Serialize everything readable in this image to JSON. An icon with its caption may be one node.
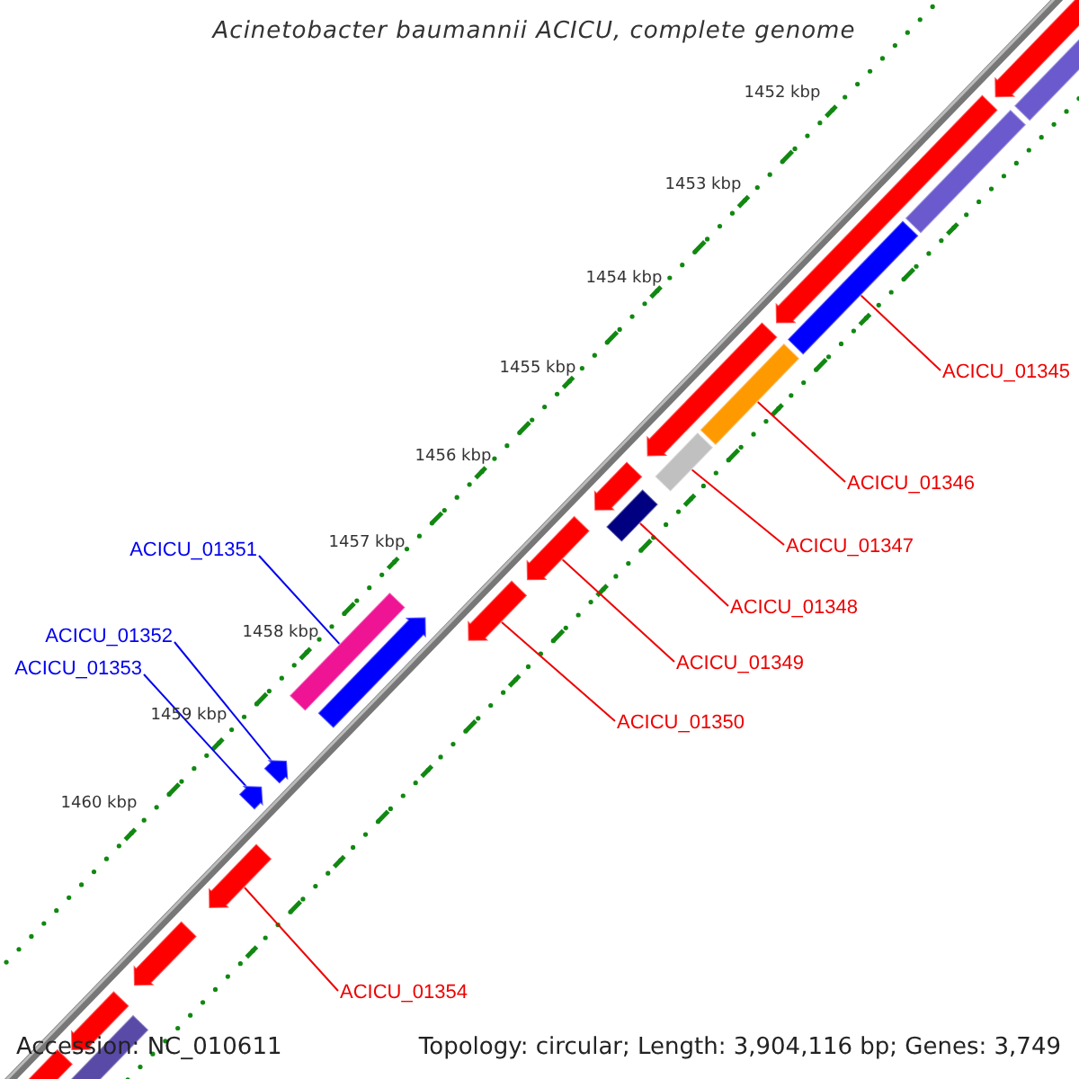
{
  "diagram": {
    "title": "Acinetobacter baumannii ACICU, complete genome",
    "nodes": [
      {
        "text": [
          "ACICU_01345"
        ]
      },
      {
        "text": [],
        "shape": "bar"
      },
      {
        "text": [
          "ACICU_01346"
        ]
      },
      {
        "text": [],
        "shape": "bar"
      },
      {
        "text": [
          "ACICU_01347"
        ]
      },
      {
        "text": [],
        "shape": "bar"
      },
      {
        "text": [
          "ACICU_01348"
        ]
      },
      {
        "text": [],
        "shape": "bar"
      },
      {
        "text": [
          "ACICU_01349"
        ]
      },
      {
        "text": [],
        "shape": "arrow"
      },
      {
        "text": [
          "ACICU_01350"
        ]
      },
      {
        "text": [],
        "shape": "arrow"
      },
      {
        "text": [
          "ACICU_01351"
        ]
      },
      {
        "text": [],
        "shape": "bar"
      },
      {
        "text": [
          "ACICU_01352"
        ]
      },
      {
        "text": [],
        "shape": "arrow"
      },
      {
        "text": [
          "ACICU_01353"
        ]
      },
      {
        "text": [],
        "shape": "arrow"
      },
      {
        "text": [
          "ACICU_01354"
        ]
      },
      {
        "text": [],
        "shape": "arrow"
      },
      {
        "text": [],
        "shape": "arrow"
      },
      {
        "text": [],
        "shape": "bar"
      },
      {
        "text": [],
        "shape": "bar"
      },
      {
        "text": [],
        "shape": "arrow"
      },
      {
        "text": [],
        "shape": "arrow"
      },
      {
        "text": [],
        "shape": "arrow"
      },
      {
        "text": [],
        "shape": "arrow"
      },
      {
        "text": [],
        "shape": "arrow"
      },
      {
        "text": [],
        "shape": "arrow"
      },
      {
        "text": [],
        "shape": "arrow"
      },
      {
        "text": [],
        "shape": "bar"
      }
    ],
    "edges": [
      {
        "from": 0,
        "to": 1,
        "arrow": "none"
      },
      {
        "from": 2,
        "to": 3,
        "arrow": "none"
      },
      {
        "from": 4,
        "to": 5,
        "arrow": "none"
      },
      {
        "from": 6,
        "to": 7,
        "arrow": "none"
      },
      {
        "from": 8,
        "to": 9,
        "arrow": "none"
      },
      {
        "from": 10,
        "to": 11,
        "arrow": "none"
      },
      {
        "from": 12,
        "to": 13,
        "arrow": "none",
        "color": "#0000ee"
      },
      {
        "from": 14,
        "to": 15,
        "arrow": "none",
        "color": "#0000ee"
      },
      {
        "from": 16,
        "to": 17,
        "arrow": "none",
        "color": "#0000ee"
      },
      {
        "from": 18,
        "to": 19,
        "arrow": "none"
      }
    ],
    "labels": [
      "1452 kbp",
      "1453 kbp",
      "1454 kbp",
      "1455 kbp",
      "1456 kbp",
      "1457 kbp",
      "1458 kbp",
      "1459 kbp",
      "1460 kbp",
      "Accession: NC_010611",
      "Topology: circular; Length: 3,904,116 bp; Genes: 3,749"
    ]
  }
}
